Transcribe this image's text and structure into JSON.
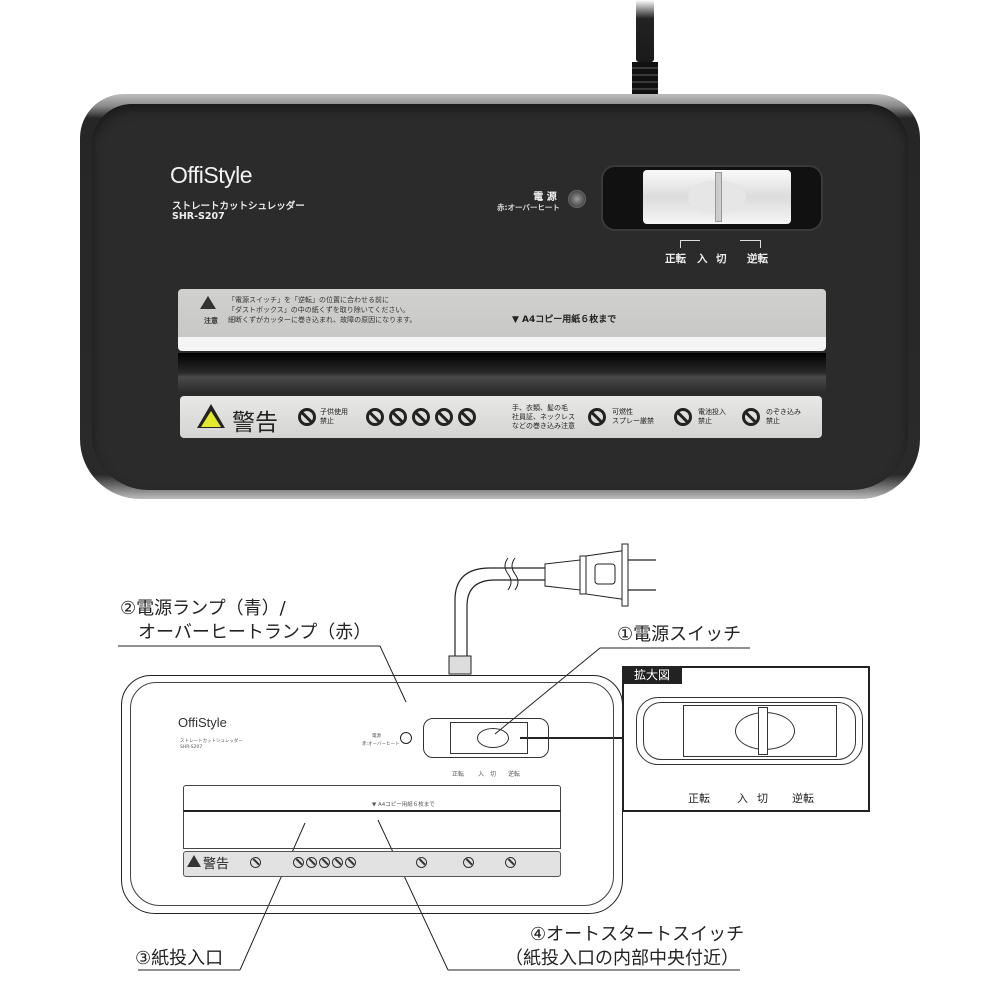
{
  "photo": {
    "brand": "OffiStyle",
    "product_type": "ストレートカットシュレッダー",
    "model": "SHR-S207",
    "power_label": "電 源",
    "power_sublabel": "赤:オーバーヒート",
    "switch_positions": [
      "正転",
      "入",
      "切",
      "逆転"
    ],
    "caution_label": "注意",
    "caution_text": "「電源スイッチ」を「逆転」の位置に合わせる前に\n「ダストボックス」の中の紙くずを取り除いてください。\n細断くずがカッターに巻き込まれ、故障の原因になります。",
    "capacity_text": "▼ A4コピー用紙６枚まで",
    "warning_title": "警告",
    "warnings": [
      {
        "text": "子供使用\n禁止"
      },
      {
        "text": "手、衣類、髪の毛\n社員証、ネックレス\nなどの巻き込み注意"
      },
      {
        "text": "可燃性\nスプレー厳禁"
      },
      {
        "text": "電池投入\n禁止"
      },
      {
        "text": "のぞき込み\n禁止"
      }
    ]
  },
  "diagram": {
    "callouts": {
      "c1": "①電源スイッチ",
      "c2_line1": "②電源ランプ（青）/",
      "c2_line2": "　オーバーヒートランプ（赤）",
      "c3": "③紙投入口",
      "c4_line1": "④オートスタートスイッチ",
      "c4_line2": "（紙投入口の内部中央付近）"
    },
    "zoom_title": "拡大図",
    "zoom_positions": [
      "正転",
      "入",
      "切",
      "逆転"
    ],
    "mini": {
      "brand": "OffiStyle",
      "product_type": "ストレートカットシュレッダー",
      "model": "SHR-S207",
      "power_label": "電源",
      "power_sublabel": "赤:オーバーヒート",
      "capacity_text": "▼ A4コピー用紙６枚まで",
      "warning_title": "警告",
      "switch_positions": [
        "正転",
        "入",
        "切",
        "逆転"
      ]
    }
  }
}
